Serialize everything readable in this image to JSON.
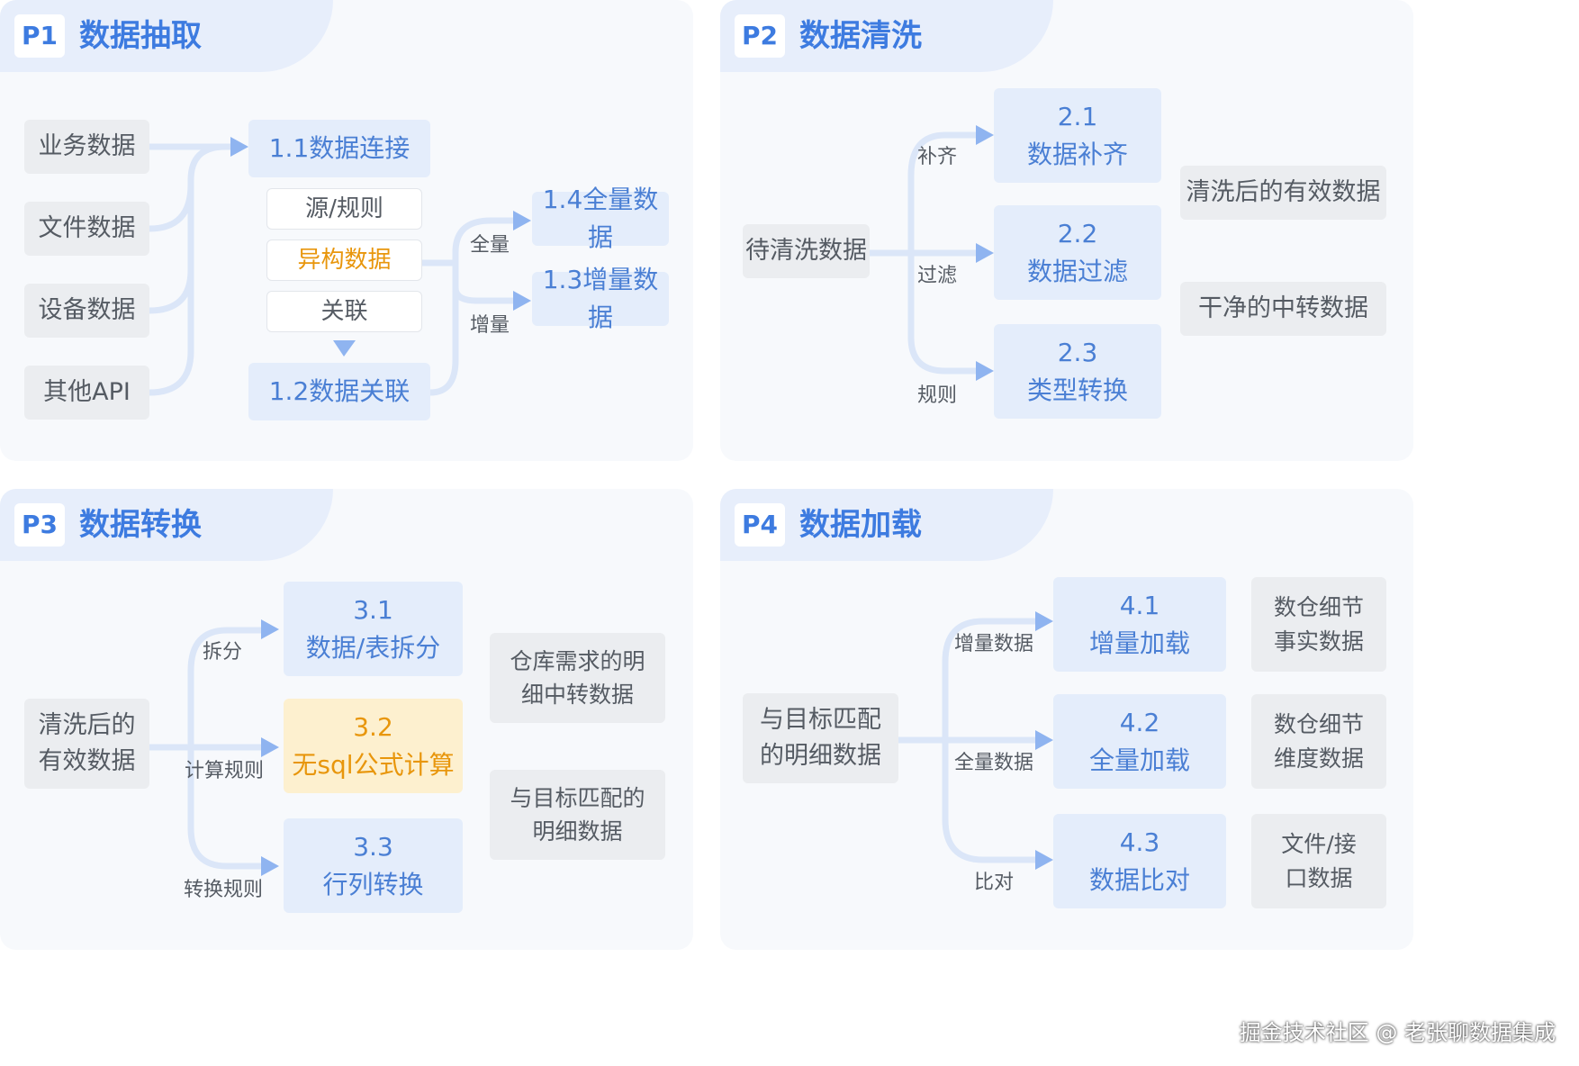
{
  "watermark": "掘金技术社区 @ 老张聊数据集成",
  "colors": {
    "accent": "#3d7be0",
    "line": "#dbe6f8",
    "arrow": "#8fb4f0",
    "highlight": "#e8960c",
    "highlight_bg": "#fdf0cf"
  },
  "p1": {
    "badge": "P1",
    "title": "数据抽取",
    "sources": [
      "业务数据",
      "文件数据",
      "设备数据",
      "其他API"
    ],
    "connect": "1.1数据连接",
    "steps": [
      "源/规则",
      "异构数据",
      "关联"
    ],
    "join": "1.2数据关联",
    "full": "1.4全量数据",
    "incr": "1.3增量数据",
    "label_full": "全量",
    "label_incr": "增量"
  },
  "p2": {
    "badge": "P2",
    "title": "数据清洗",
    "input": "待清洗数据",
    "label_fill": "补齐",
    "label_filter": "过滤",
    "label_rule": "规则",
    "b1_num": "2.1",
    "b1_text": "数据补齐",
    "b2_num": "2.2",
    "b2_text": "数据过滤",
    "b3_num": "2.3",
    "b3_text": "类型转换",
    "out1": "清洗后的有效数据",
    "out2": "干净的中转数据"
  },
  "p3": {
    "badge": "P3",
    "title": "数据转换",
    "input_l1": "清洗后的",
    "input_l2": "有效数据",
    "label_split": "拆分",
    "label_calc": "计算规则",
    "label_conv": "转换规则",
    "b1_num": "3.1",
    "b1_text": "数据/表拆分",
    "b2_num": "3.2",
    "b2_text": "无sql公式计算",
    "b3_num": "3.3",
    "b3_text": "行列转换",
    "out1_l1": "仓库需求的明",
    "out1_l2": "细中转数据",
    "out2_l1": "与目标匹配的",
    "out2_l2": "明细数据"
  },
  "p4": {
    "badge": "P4",
    "title": "数据加载",
    "input_l1": "与目标匹配",
    "input_l2": "的明细数据",
    "label_incr": "增量数据",
    "label_full": "全量数据",
    "label_cmp": "比对",
    "b1_num": "4.1",
    "b1_text": "增量加载",
    "b2_num": "4.2",
    "b2_text": "全量加载",
    "b3_num": "4.3",
    "b3_text": "数据比对",
    "out1_l1": "数仓细节",
    "out1_l2": "事实数据",
    "out2_l1": "数仓细节",
    "out2_l2": "维度数据",
    "out3_l1": "文件/接",
    "out3_l2": "口数据"
  }
}
